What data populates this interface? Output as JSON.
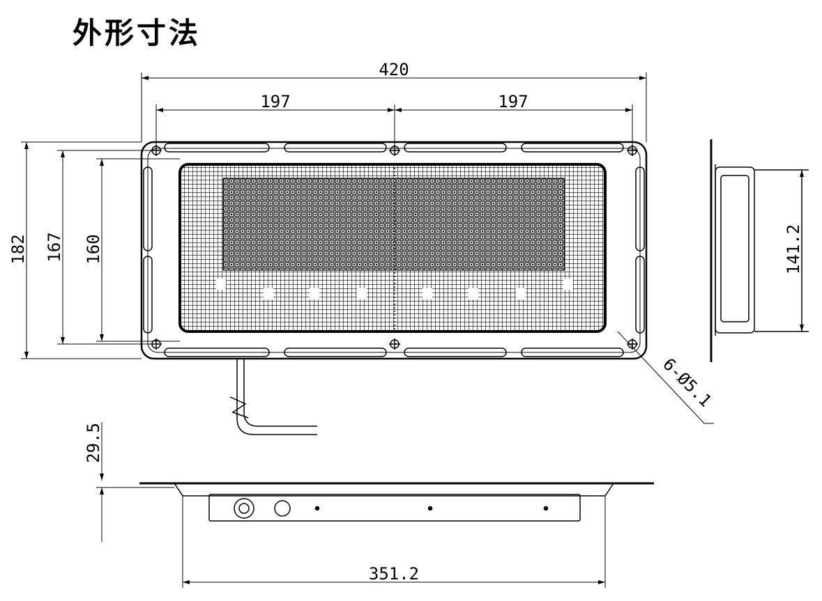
{
  "title": "外形寸法",
  "dimensions": {
    "overall_width": "420",
    "half_width_left": "197",
    "half_width_right": "197",
    "overall_height": "182",
    "hole_pitch_height": "167",
    "inner_height": "160",
    "side_depth": "141.2",
    "hole_spec": "6-Ø5.1",
    "body_thickness": "29.5",
    "body_width": "351.2"
  }
}
